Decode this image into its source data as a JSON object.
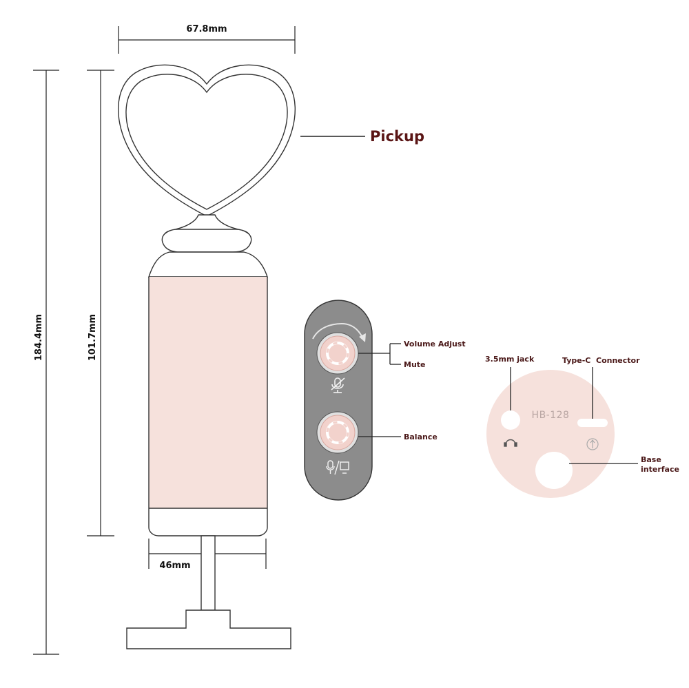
{
  "dimensions": {
    "width": "67.8mm",
    "total_height": "184.4mm",
    "body_height": "101.7mm",
    "body_width": "46mm"
  },
  "callouts": {
    "pickup": "Pickup",
    "volume_adjust": "Volume Adjust",
    "mute": "Mute",
    "balance": "Balance",
    "jack": "3.5mm jack",
    "typec": "Type-C  Connector",
    "base_line1": "Base",
    "base_line2": "interface"
  },
  "bottom_panel": {
    "model": "HB-128"
  },
  "colors": {
    "body_fill": "#f6e1dc",
    "panel_gray": "#8c8c8c",
    "knob_pink": "#f2d2cc",
    "label_text": "#5a1515"
  },
  "icons": [
    "mic-mute-icon",
    "mic-monitor-icon",
    "headphone-icon",
    "usb-icon",
    "rotate-arrow-icon"
  ]
}
